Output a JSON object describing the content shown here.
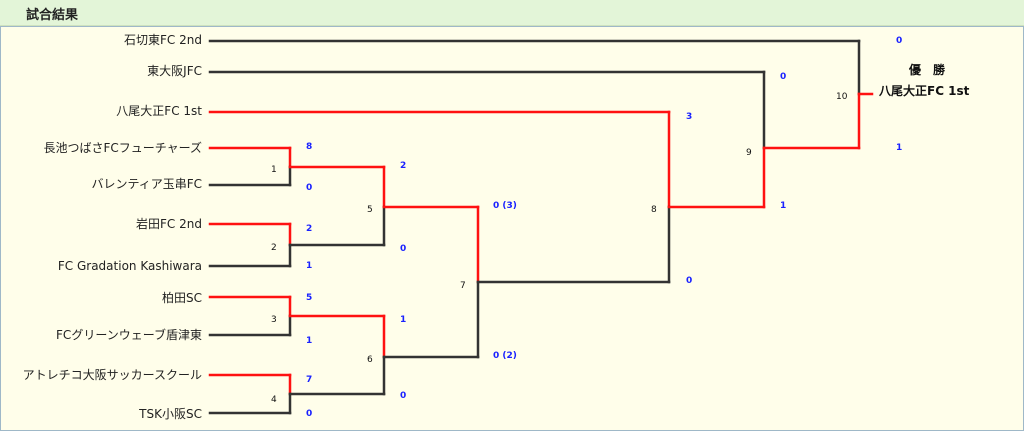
{
  "header": {
    "title": "試合結果"
  },
  "teams": [
    "石切東FC 2nd",
    "東大阪JFC",
    "八尾大正FC 1st",
    "長池つばさFCフューチャーズ",
    "バレンティア玉串FC",
    "岩田FC 2nd",
    "FC Gradation Kashiwara",
    "柏田SC",
    "FCグリーンウェーブ盾津東",
    "アトレチコ大阪サッカースクール",
    "TSK小阪SC"
  ],
  "matches": [
    {
      "num": "1",
      "scores": [
        "8",
        "0"
      ]
    },
    {
      "num": "2",
      "scores": [
        "2",
        "1"
      ]
    },
    {
      "num": "3",
      "scores": [
        "5",
        "1"
      ]
    },
    {
      "num": "4",
      "scores": [
        "7",
        "0"
      ]
    },
    {
      "num": "5",
      "scores": [
        "2",
        "0"
      ]
    },
    {
      "num": "6",
      "scores": [
        "1",
        "0"
      ]
    },
    {
      "num": "7",
      "scores": [
        "0 (3)",
        "0 (2)"
      ]
    },
    {
      "num": "8",
      "scores": [
        "3",
        "0"
      ]
    },
    {
      "num": "9",
      "scores": [
        "0",
        "1"
      ]
    },
    {
      "num": "10",
      "scores": [
        "0",
        "1"
      ]
    }
  ],
  "champion": {
    "label": "優　勝",
    "team": "八尾大正FC 1st"
  },
  "colors": {
    "win": "#ff1111",
    "lose": "#333333",
    "score": "#1a22ff",
    "header_bg": "#e3f5d8",
    "page_bg": "#fffeea"
  }
}
